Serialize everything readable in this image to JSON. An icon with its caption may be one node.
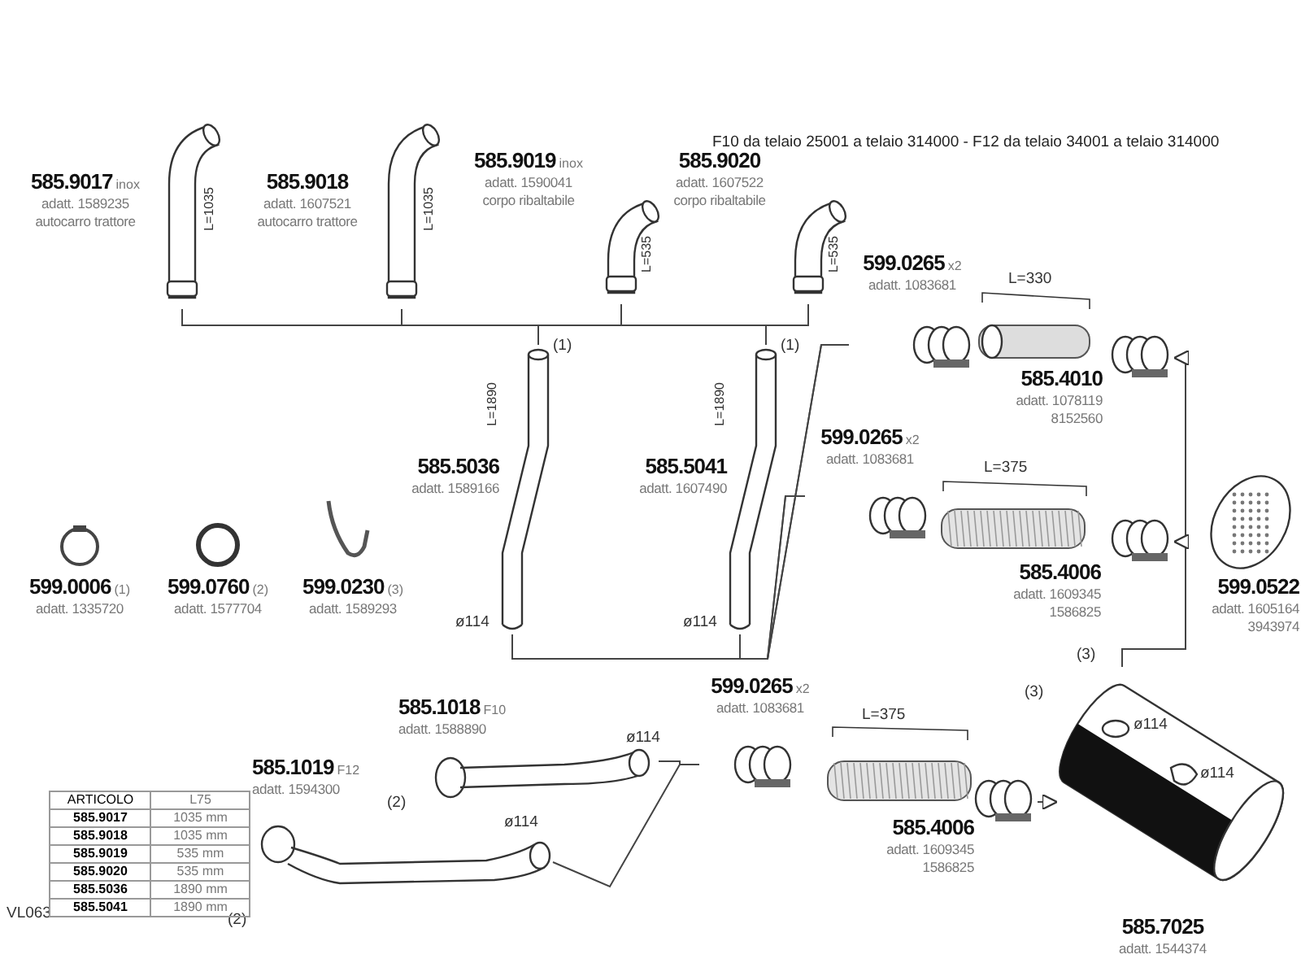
{
  "diagram": {
    "title": "F10 da telaio 25001 a telaio 314000 - F12 da telaio 34001 a telaio 314000",
    "nodes": [
      {
        "text": [
          "585.9017",
          "inox",
          "adatt. 1589235",
          "autocarro trattore"
        ]
      },
      {
        "text": [
          "585.9018",
          "adatt. 1607521",
          "autocarro trattore"
        ]
      },
      {
        "text": [
          "585.9019",
          "inox",
          "adatt. 1590041",
          "corpo ribaltabile"
        ]
      },
      {
        "text": [
          "585.9020",
          "adatt. 1607522",
          "corpo ribaltabile"
        ]
      },
      {
        "text": [
          "585.5036",
          "adatt. 1589166"
        ]
      },
      {
        "text": [
          "585.5041",
          "adatt. 1607490"
        ]
      },
      {
        "text": [
          "599.0006",
          "(1)",
          "adatt. 1335720"
        ]
      },
      {
        "text": [
          "599.0760",
          "(2)",
          "adatt. 1577704"
        ]
      },
      {
        "text": [
          "599.0230",
          "(3)",
          "adatt. 1589293"
        ]
      },
      {
        "text": [
          "599.0265",
          "x2",
          "adatt. 1083681"
        ]
      },
      {
        "text": [
          "585.4010",
          "adatt. 1078119",
          "8152560"
        ]
      },
      {
        "text": [],
        "shape": "picture"
      },
      {
        "text": [
          "599.0265",
          "x2",
          "adatt. 1083681"
        ]
      },
      {
        "text": [
          "585.4006",
          "adatt. 1609345",
          "1586825"
        ]
      },
      {
        "text": [],
        "shape": "picture"
      },
      {
        "text": [
          "599.0522",
          "adatt. 1605164",
          "3943974"
        ]
      },
      {
        "text": [
          "585.1018",
          "F10",
          "adatt. 1588890"
        ]
      },
      {
        "text": [
          "585.1019",
          "F12",
          "adatt. 1594300"
        ]
      },
      {
        "text": [
          "599.0265",
          "x2",
          "adatt. 1083681"
        ]
      },
      {
        "text": [
          "585.4006",
          "adatt. 1609345",
          "1586825"
        ]
      },
      {
        "text": [],
        "shape": "picture"
      },
      {
        "text": [
          "585.7025",
          "adatt. 1544374"
        ]
      }
    ],
    "edges": [
      {
        "from": 0,
        "to": 4,
        "arrow": "none"
      },
      {
        "from": 0,
        "to": 5,
        "arrow": "none"
      },
      {
        "from": 1,
        "to": 4,
        "arrow": "none"
      },
      {
        "from": 1,
        "to": 5,
        "arrow": "none"
      },
      {
        "from": 2,
        "to": 4,
        "arrow": "none"
      },
      {
        "from": 2,
        "to": 5,
        "arrow": "none"
      },
      {
        "from": 3,
        "to": 4,
        "arrow": "none"
      },
      {
        "from": 3,
        "to": 5,
        "arrow": "none"
      },
      {
        "from": 4,
        "to": 9,
        "arrow": "none"
      },
      {
        "from": 5,
        "to": 9,
        "arrow": "none"
      },
      {
        "from": 4,
        "to": 12,
        "arrow": "none"
      },
      {
        "from": 5,
        "to": 12,
        "arrow": "none"
      },
      {
        "from": 21,
        "to": 11,
        "arrow": "to"
      },
      {
        "from": 21,
        "to": 14,
        "arrow": "to"
      },
      {
        "from": 16,
        "to": 18,
        "arrow": "none"
      },
      {
        "from": 17,
        "to": 18,
        "arrow": "none"
      },
      {
        "from": 20,
        "to": 21,
        "arrow": "to"
      }
    ],
    "labels": [
      "L=1035",
      "L=1035",
      "L=535",
      "L=535",
      "(1)",
      "(1)",
      "L=1890",
      "L=1890",
      "L=330",
      "L=375",
      "ø114",
      "ø114",
      "(3)",
      "ø114",
      "(3)",
      "ø114",
      "ø114",
      "(2)",
      "L=375",
      "ø114",
      "(2)",
      "ARTICOLO",
      "L75",
      "585.9017",
      "1035 mm",
      "585.9018",
      "1035 mm",
      "585.9019",
      "535 mm",
      "585.9020",
      "535 mm",
      "585.5036",
      "1890 mm",
      "585.5041",
      "1890 mm",
      "VL063"
    ]
  }
}
